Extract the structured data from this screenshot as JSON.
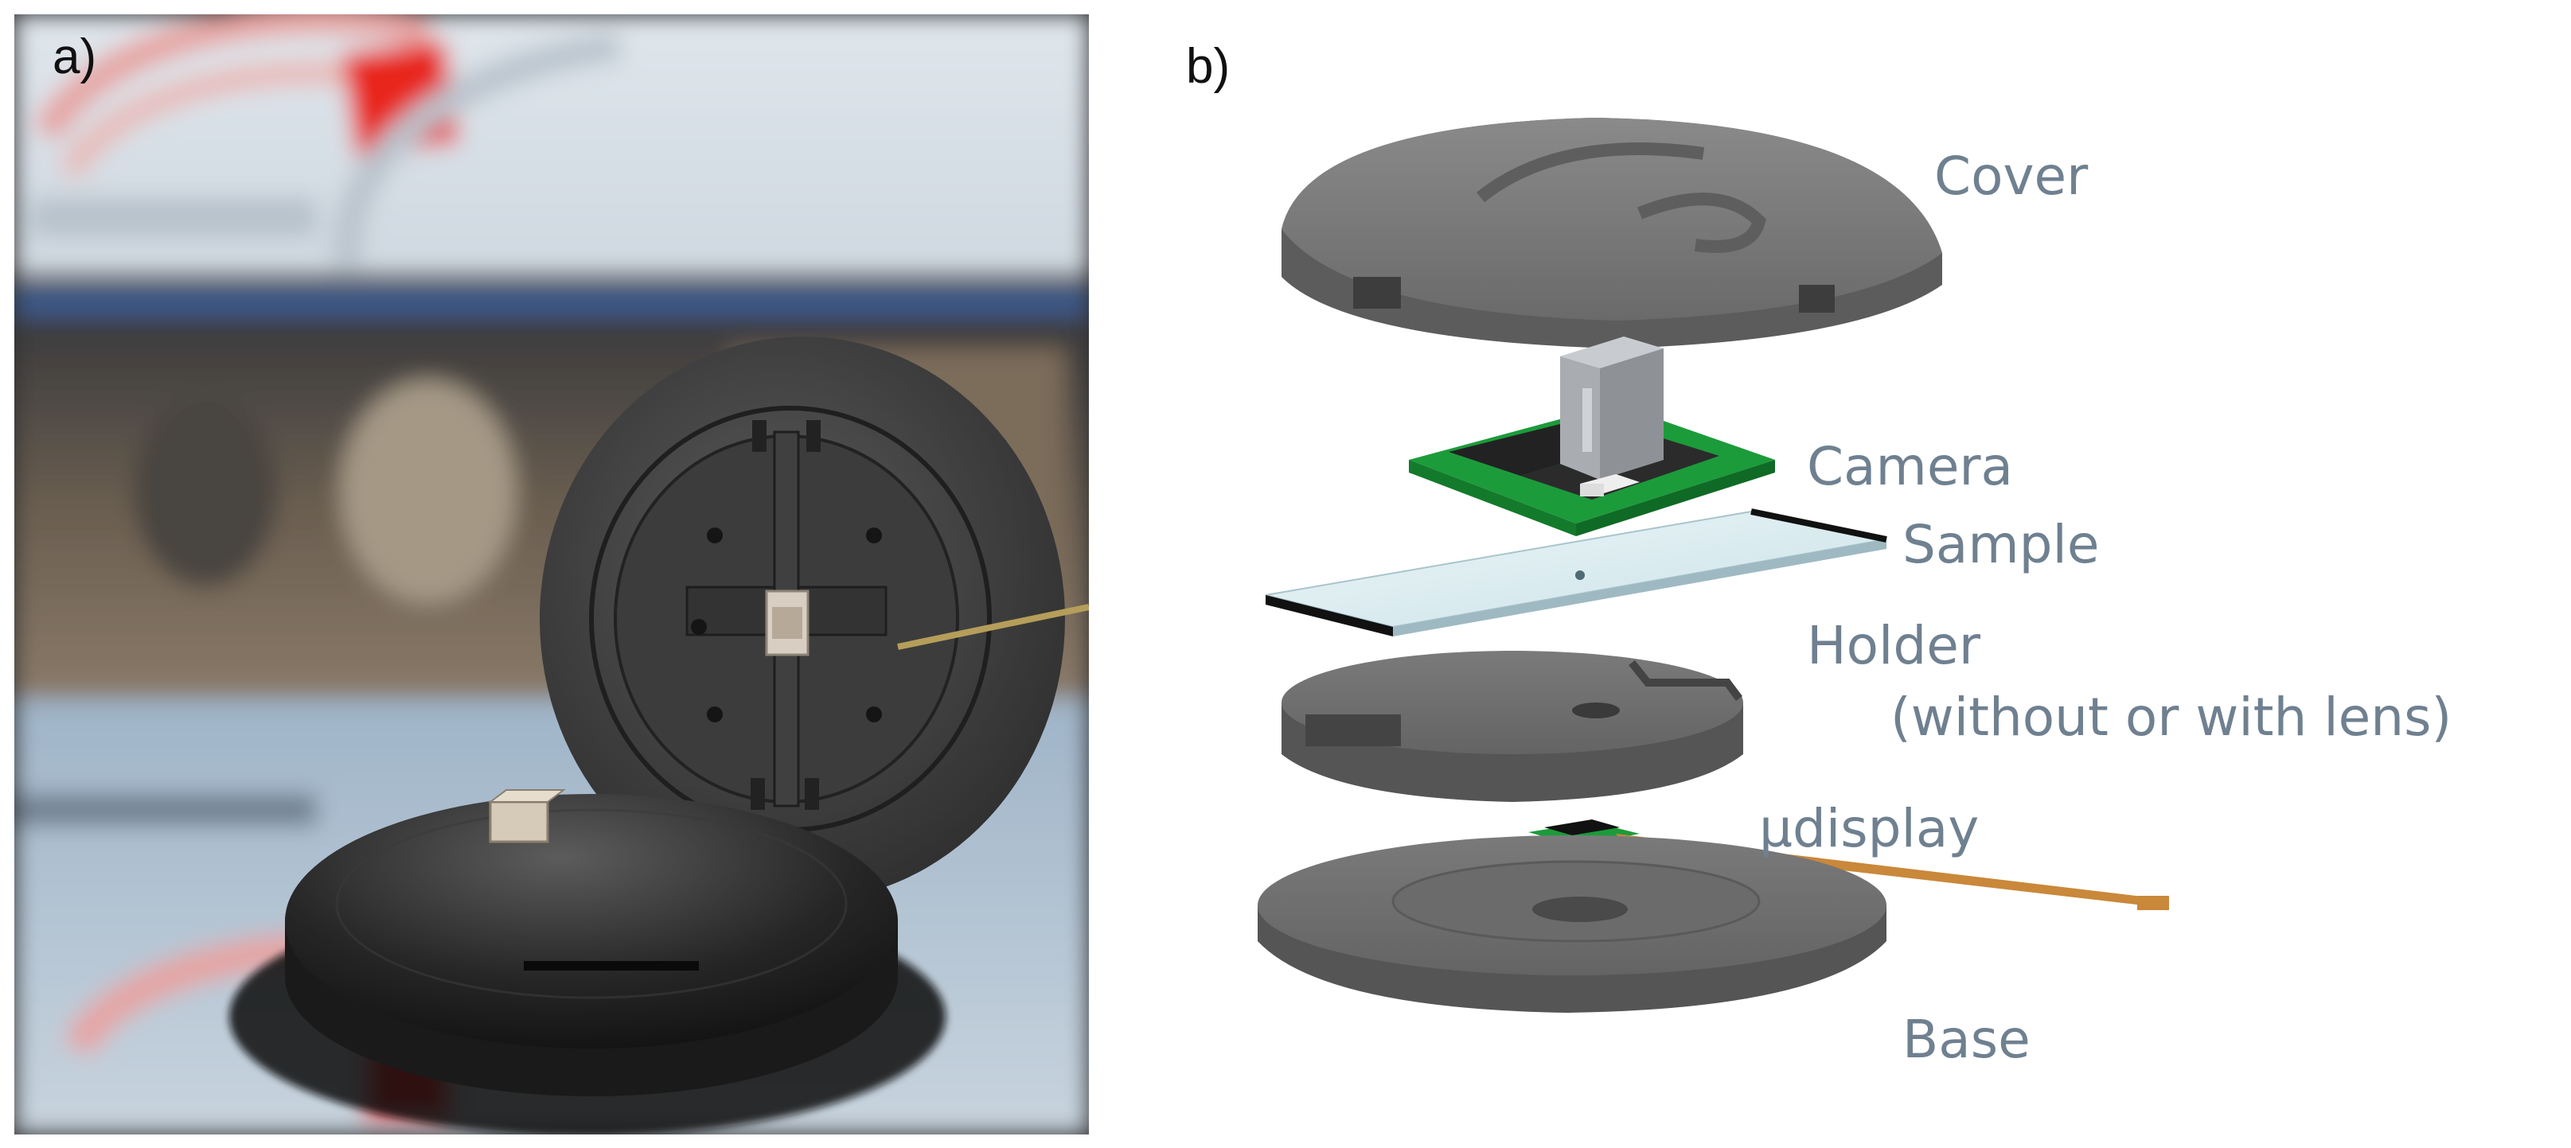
{
  "panel_a": {
    "letter": "a)"
  },
  "panel_b": {
    "letter": "b)",
    "labels": {
      "cover": "Cover",
      "camera": "Camera",
      "sample": "Sample",
      "holder": "Holder",
      "holder_note": "(without or with lens)",
      "udisplay": "µdisplay",
      "base": "Base"
    }
  },
  "colors": {
    "label_text": "#6f8090",
    "device_gray": "#6b6b6b",
    "pcb_green": "#1f9a3a",
    "flex_cable": "#c9883a",
    "logo_red": "#e8261c"
  }
}
